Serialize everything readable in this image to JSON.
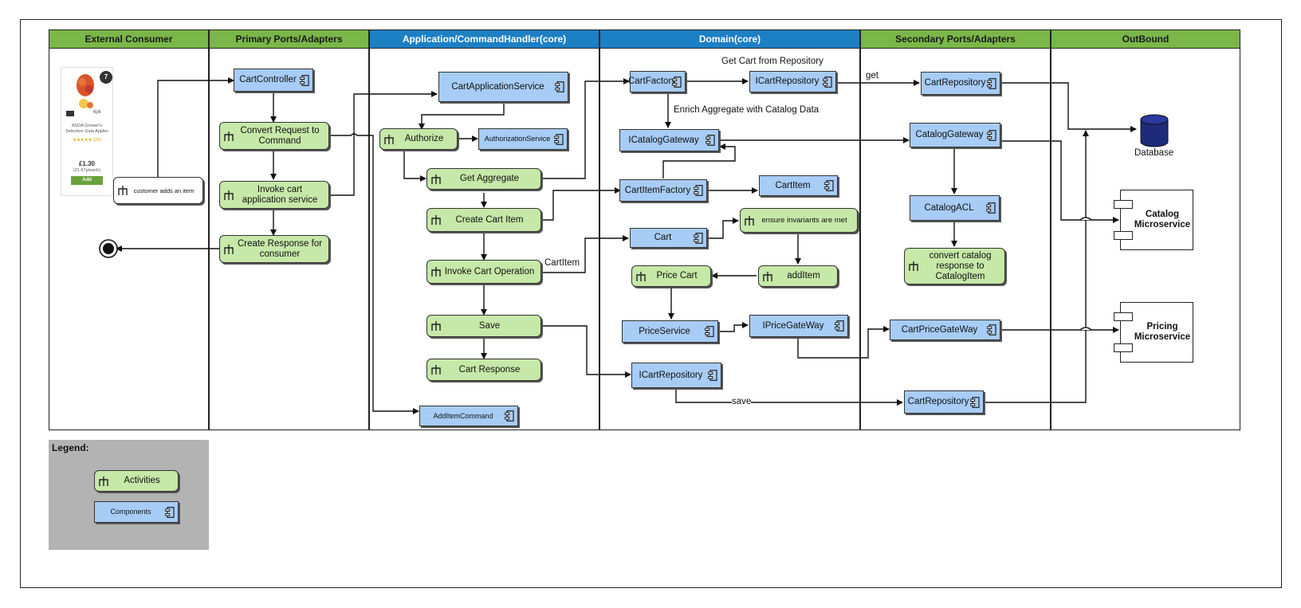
{
  "lanes": [
    {
      "title": "External Consumer",
      "color": "green"
    },
    {
      "title": "Primary Ports/Adapters",
      "color": "green"
    },
    {
      "title": "Application/CommandHandler(core)",
      "color": "blue"
    },
    {
      "title": "Domain(core)",
      "color": "blue"
    },
    {
      "title": "Secondary Ports/Adapters",
      "color": "green"
    },
    {
      "title": "OutBound",
      "color": "green"
    }
  ],
  "product_card": {
    "badge": "7",
    "pack": "6pk",
    "name": "ASDA Grower's Selection Gala Apples",
    "rating": "★★★★★ (20)",
    "price": "£1.30",
    "unit_price": "(21.67p/each)",
    "add_label": "Add"
  },
  "activities": {
    "customer_adds": "customer adds an item",
    "convert_request": "Convert Request to Command",
    "invoke_cart_service": "Invoke cart application service",
    "create_response": "Create Response for consumer",
    "authorize": "Authorize",
    "get_aggregate": "Get Aggregate",
    "create_cart_item": "Create Cart Item",
    "invoke_cart_operation": "Invoke Cart Operation",
    "save": "Save",
    "cart_response": "Cart Response",
    "ensure_invariants": "ensure invariants are met",
    "add_item": "addItem",
    "price_cart": "Price Cart",
    "convert_catalog": "convert catalog response to CatalogItem"
  },
  "components": {
    "cart_controller": "CartController",
    "cart_application_service": "CartApplicationService",
    "authorization_service": "AuthorizationService",
    "add_item_command": "AddItemCommand",
    "cart_factory": "CartFactory",
    "icart_repository_top": "ICartRepository",
    "icatalog_gateway": "ICatalogGateway",
    "cart_item_factory": "CartItemFactory",
    "cart_item": "CartItem",
    "cart": "Cart",
    "price_service": "PriceService",
    "iprice_gateway": "IPriceGateWay",
    "icart_repository_bottom": "ICartRepository",
    "cart_repository_top": "CartRepository",
    "catalog_gateway": "CatalogGateway",
    "catalog_acl": "CatalogACL",
    "cart_price_gateway": "CartPriceGateWay",
    "cart_repository_bottom": "CartRepository"
  },
  "outbound": {
    "database": "Database",
    "catalog_ms": "Catalog Microservice",
    "pricing_ms": "Pricing Microservice"
  },
  "edge_labels": {
    "get_cart_from_repo": "Get Cart from Repository",
    "get": "get",
    "enrich": "Enrich Aggregate with Catalog Data",
    "cart_item": "CartItem",
    "save": "save"
  },
  "legend": {
    "title": "Legend:",
    "activities": "Activities",
    "components": "Components"
  }
}
